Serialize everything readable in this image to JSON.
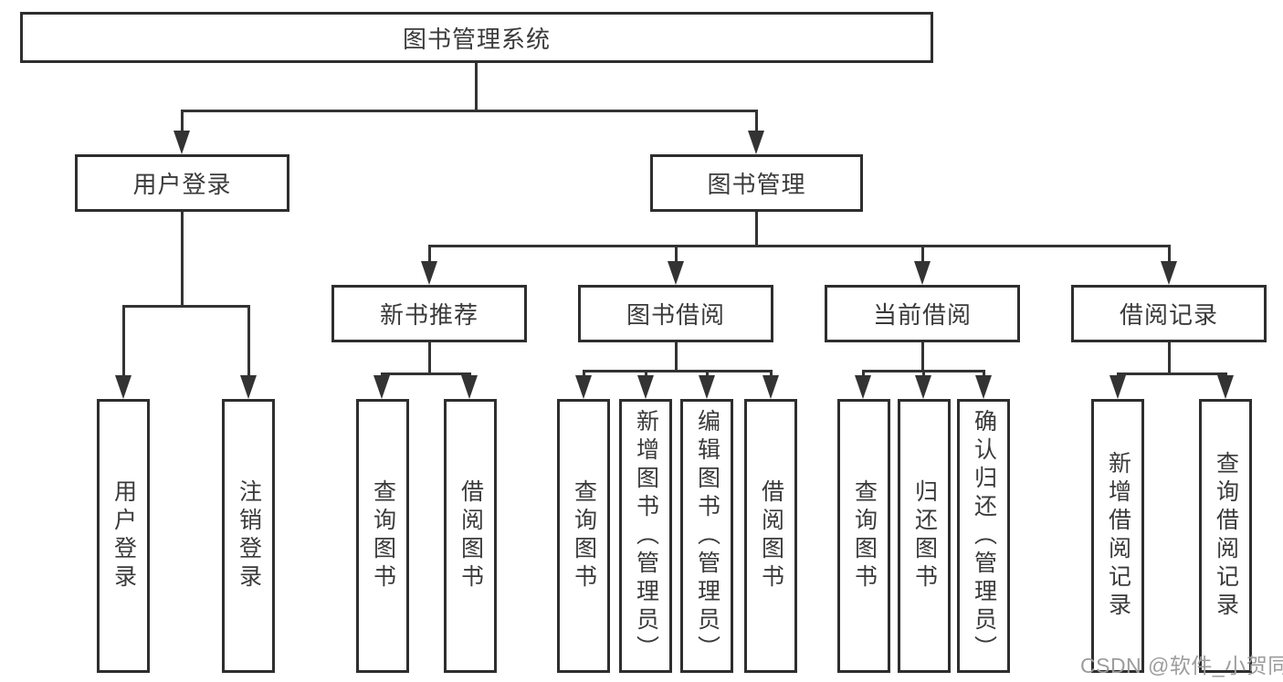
{
  "tree": {
    "root": {
      "label": "图书管理系统"
    },
    "level1": [
      {
        "label": "用户登录",
        "children": [
          {
            "label": "用户登录"
          },
          {
            "label": "注销登录"
          }
        ]
      },
      {
        "label": "图书管理",
        "children": [
          {
            "label": "新书推荐",
            "children": [
              {
                "label": "查询图书"
              },
              {
                "label": "借阅图书"
              }
            ]
          },
          {
            "label": "图书借阅",
            "children": [
              {
                "label": "查询图书"
              },
              {
                "label": "新增图书（管理员）"
              },
              {
                "label": "编辑图书（管理员）"
              },
              {
                "label": "借阅图书"
              }
            ]
          },
          {
            "label": "当前借阅",
            "children": [
              {
                "label": "查询图书"
              },
              {
                "label": "归还图书"
              },
              {
                "label": "确认归还（管理员）"
              }
            ]
          },
          {
            "label": "借阅记录",
            "children": [
              {
                "label": "新增借阅记录"
              },
              {
                "label": "查询借阅记录"
              }
            ]
          }
        ]
      }
    ]
  },
  "watermark": {
    "text": "CSDN @软件_小贺同学"
  },
  "colors": {
    "line": "#333333",
    "box_border": "#2e2e2e",
    "text": "#3a3a3a",
    "watermark": "#9c9c9c",
    "background": "#ffffff"
  }
}
